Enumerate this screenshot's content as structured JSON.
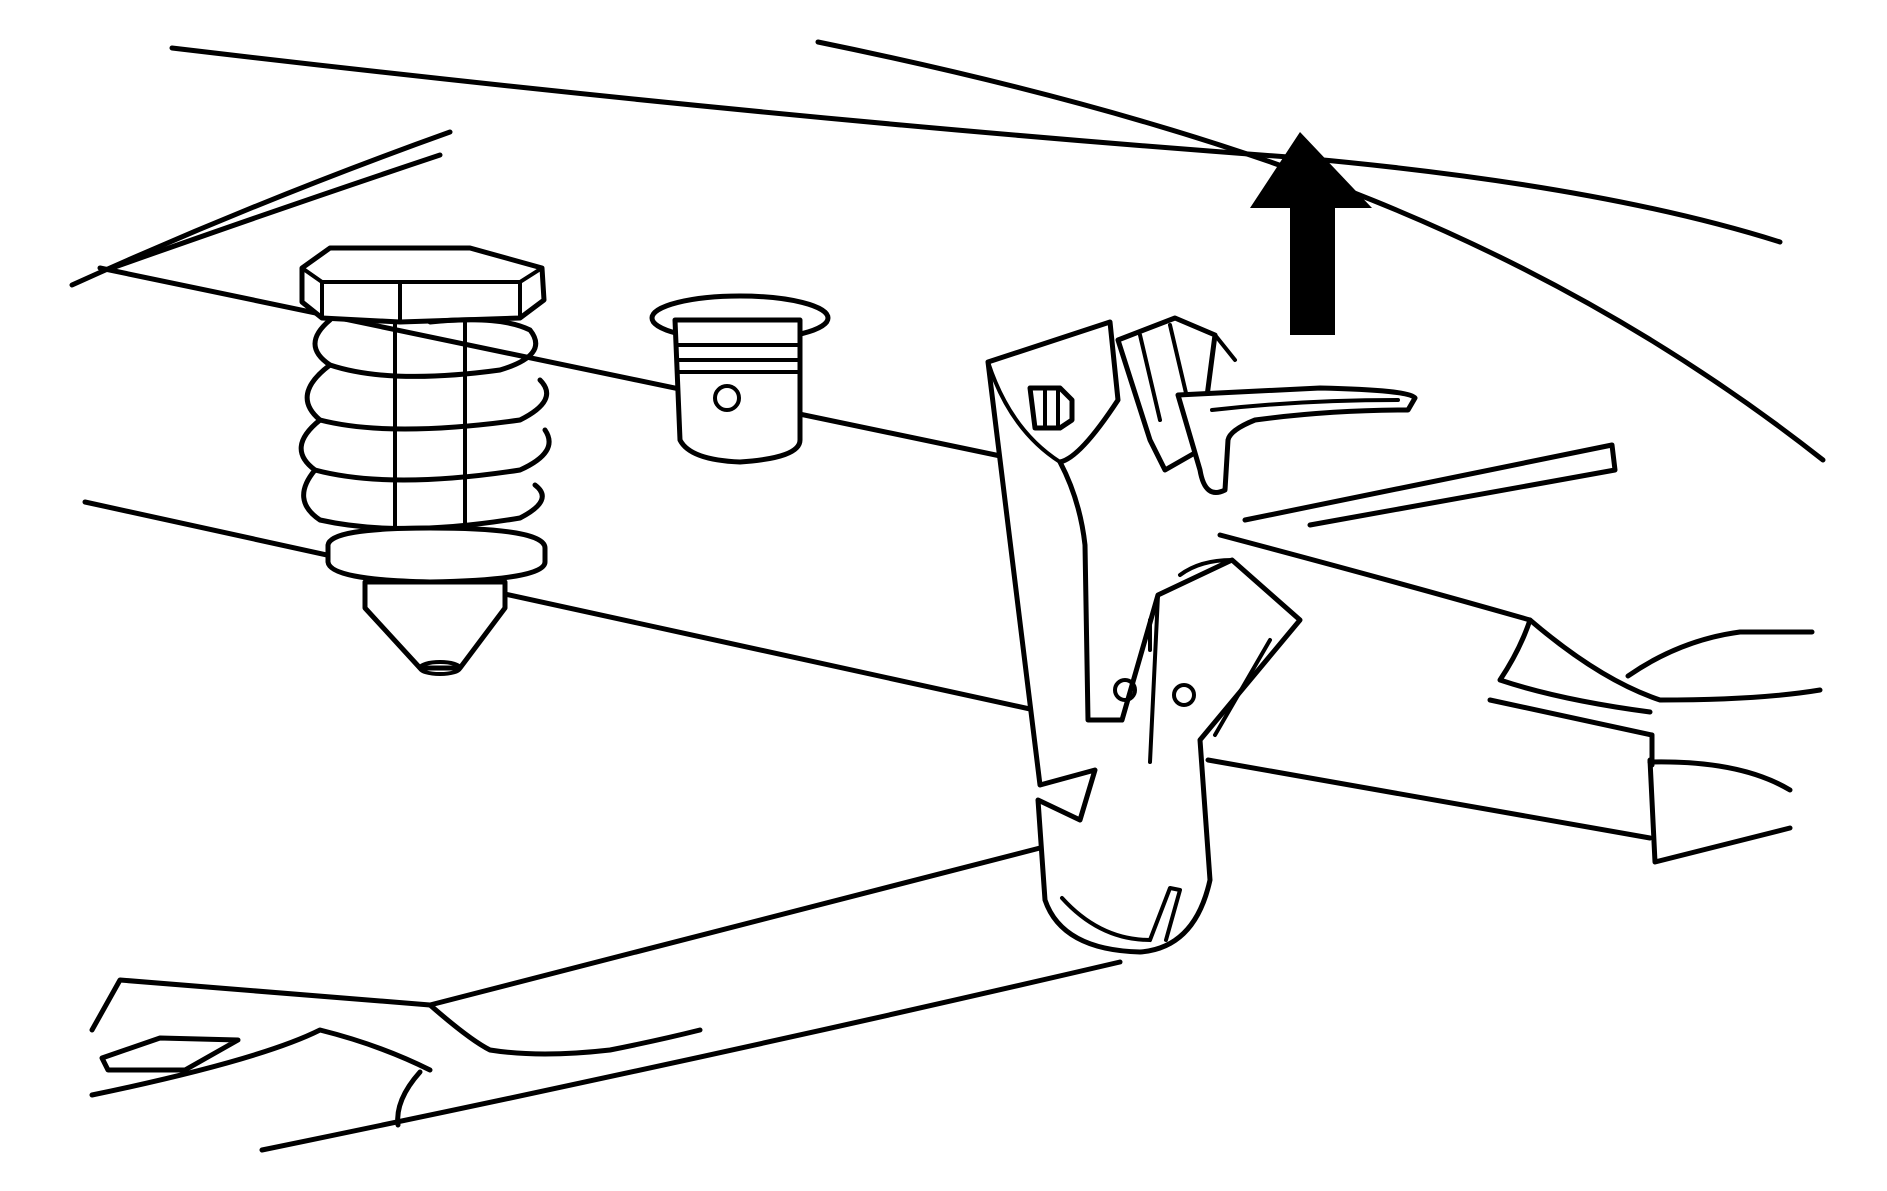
{
  "diagram": {
    "background_color": "#ffffff",
    "line_color": "#000000",
    "parts": [
      "spring-push-pin-retainer",
      "grommet-push-nut",
      "hook-bracket",
      "underbody-panel",
      "frame-rail"
    ],
    "indicators": [
      {
        "icon": "arrow-up-icon",
        "direction": "up"
      }
    ]
  }
}
